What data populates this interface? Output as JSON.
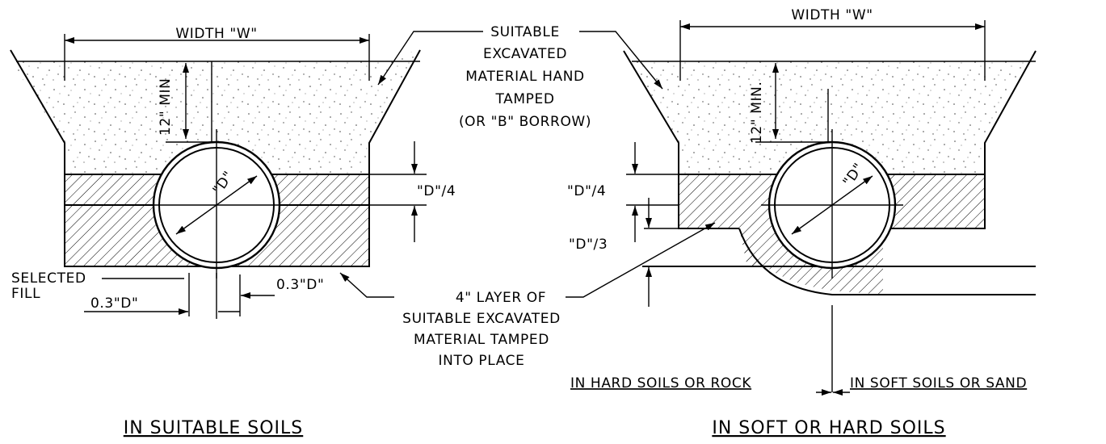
{
  "left": {
    "width_label": "WIDTH \"W\"",
    "cover_label": "12\" MIN",
    "dia_label": "\"D\"",
    "bedding_label": "\"D\"/4",
    "selected_fill_line1": "SELECTED",
    "selected_fill_line2": "FILL",
    "offset_left_label": "0.3\"D\"",
    "offset_right_label": "0.3\"D\"",
    "title": "IN SUITABLE SOILS"
  },
  "center": {
    "excavated_note": [
      "SUITABLE",
      "EXCAVATED",
      "MATERIAL HAND",
      "TAMPED",
      "(OR \"B\" BORROW)"
    ],
    "layer_note": [
      "4\" LAYER OF",
      "SUITABLE EXCAVATED",
      "MATERIAL TAMPED",
      "INTO PLACE"
    ]
  },
  "right": {
    "width_label": "WIDTH \"W\"",
    "cover_label": "12\" MIN.",
    "dia_label": "\"D\"",
    "bedding_label": "\"D\"/4",
    "layer_label": "\"D\"/3",
    "hard_soils_label": "IN HARD SOILS OR ROCK",
    "soft_soils_label": "IN SOFT SOILS OR SAND",
    "title": "IN SOFT OR HARD SOILS"
  }
}
